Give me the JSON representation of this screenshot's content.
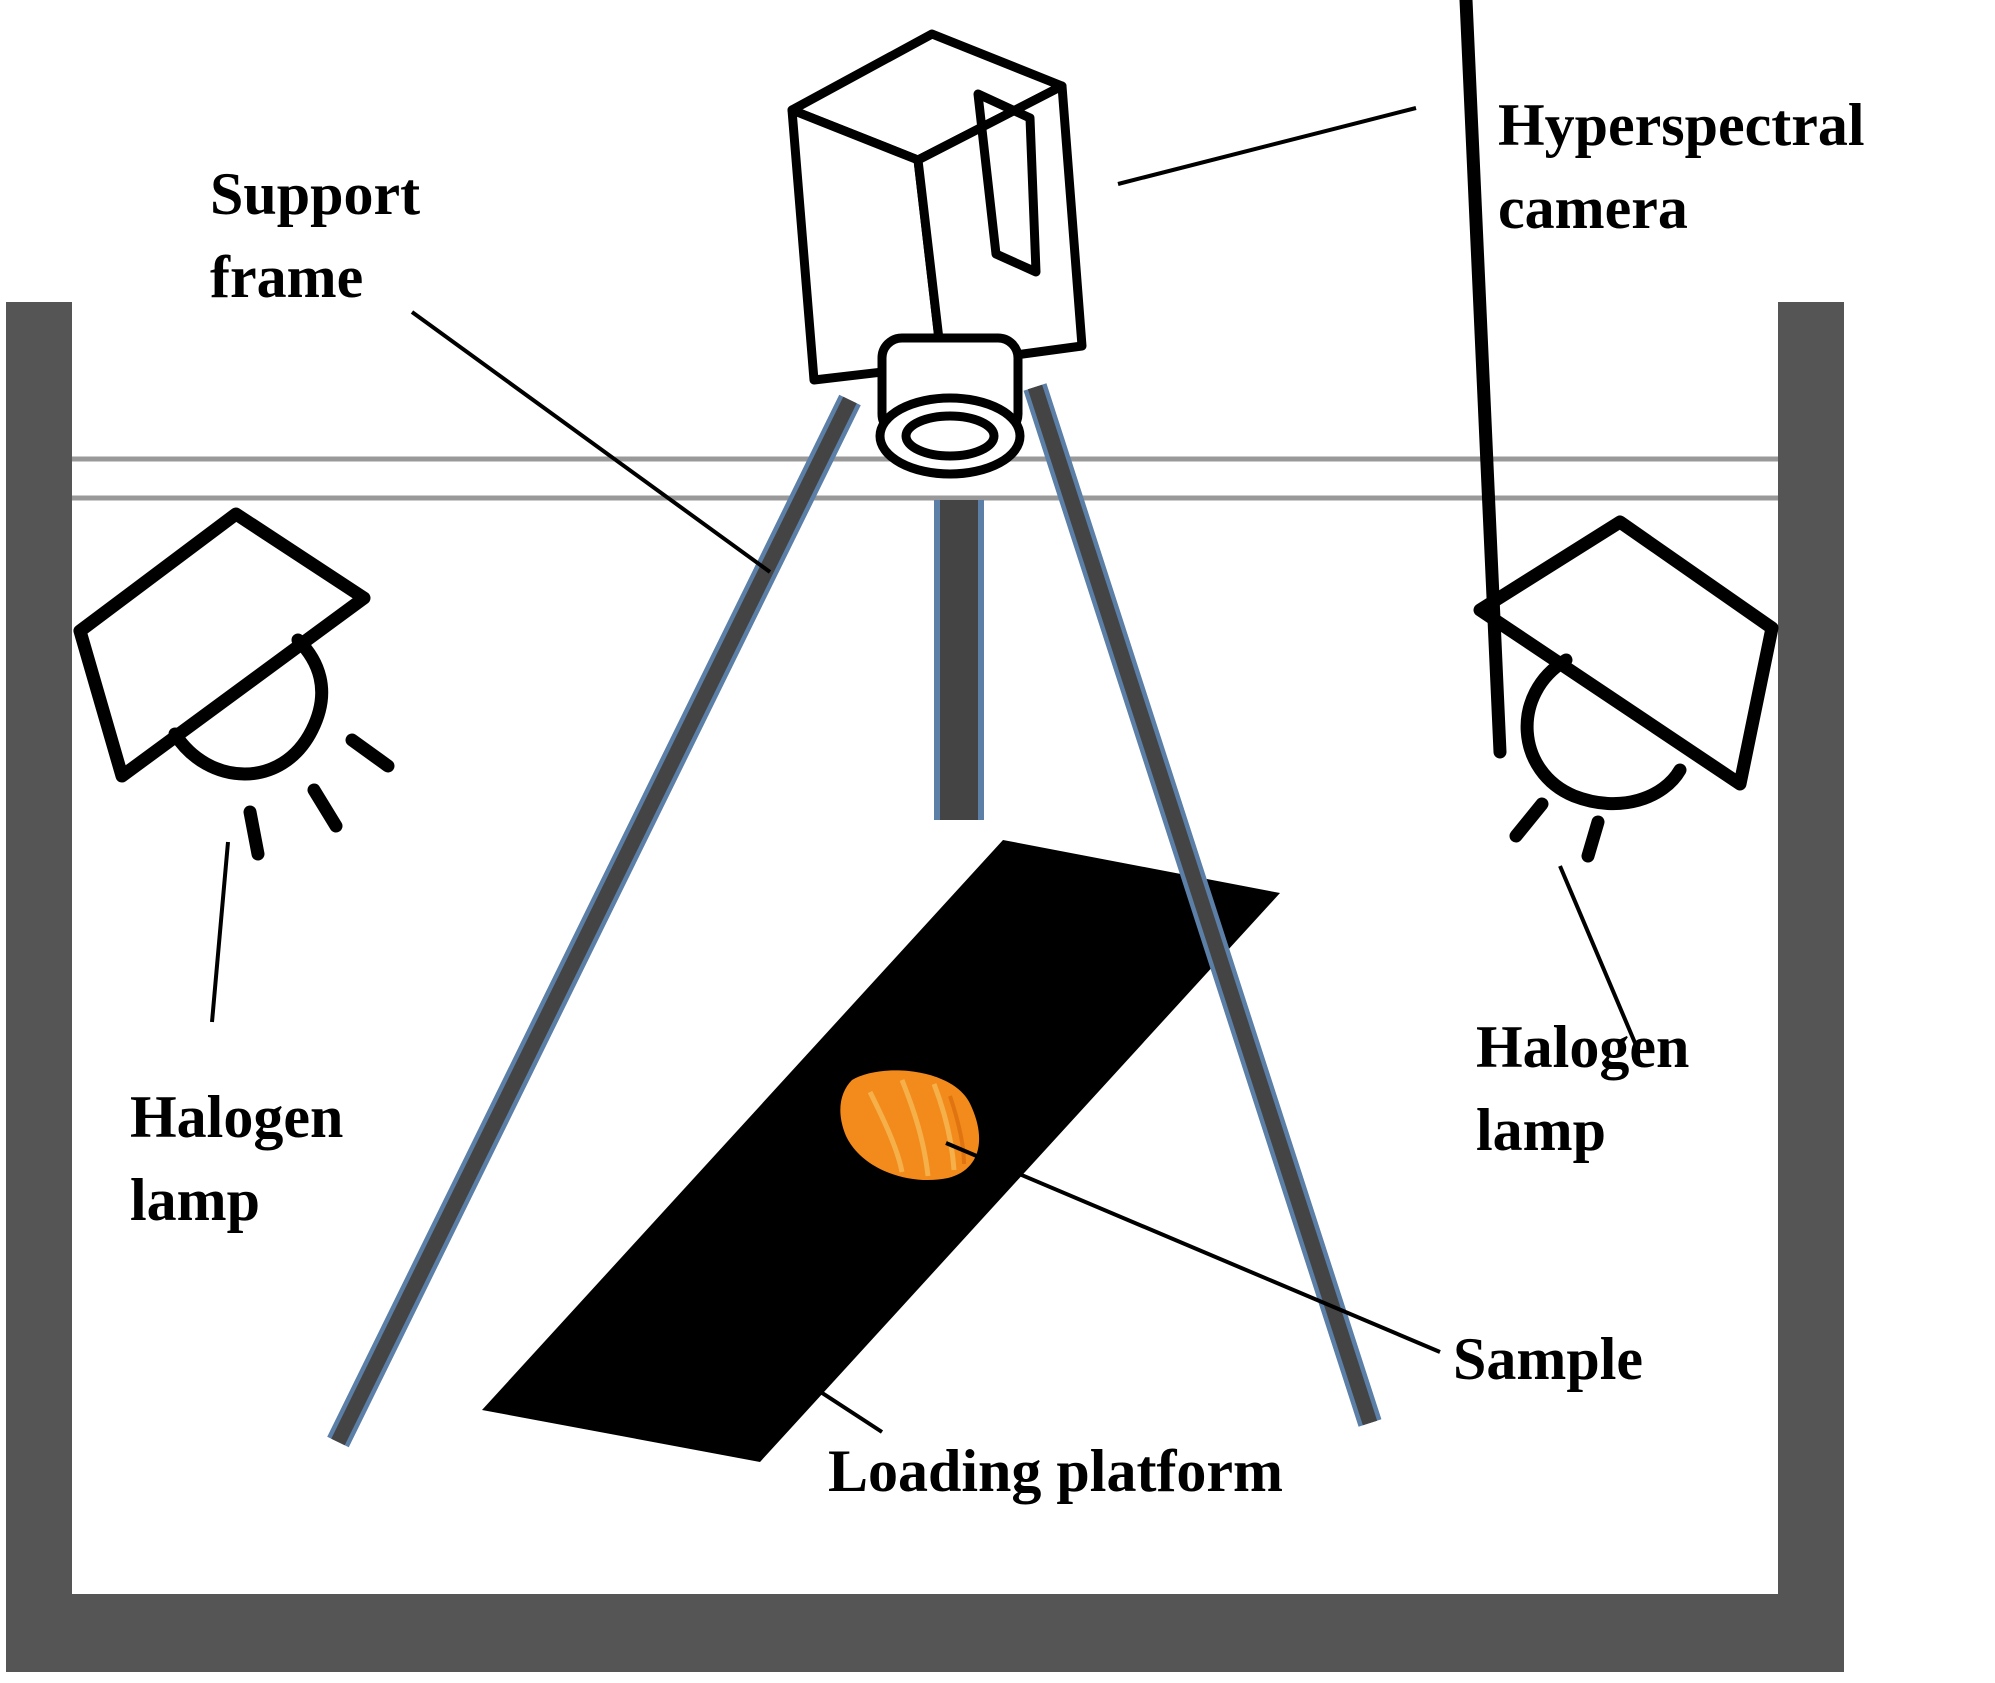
{
  "labels": {
    "camera": [
      "Hyperspectral",
      "camera"
    ],
    "frame": [
      "Support",
      "frame"
    ],
    "lamp_left": [
      "Halogen",
      "lamp"
    ],
    "lamp_right": [
      "Halogen",
      "lamp"
    ],
    "sample": "Sample",
    "platform": "Loading platform"
  },
  "colors": {
    "enclosure": "#555555",
    "crossbar": "#999999",
    "frame_leg": "#444444",
    "frame_edge": "#5b7fa6",
    "platform": "#000000",
    "sample": "#f28a1c",
    "line": "#000000"
  },
  "icons": [
    "hyperspectral-camera-icon",
    "halogen-lamp-icon",
    "sample-icon"
  ]
}
